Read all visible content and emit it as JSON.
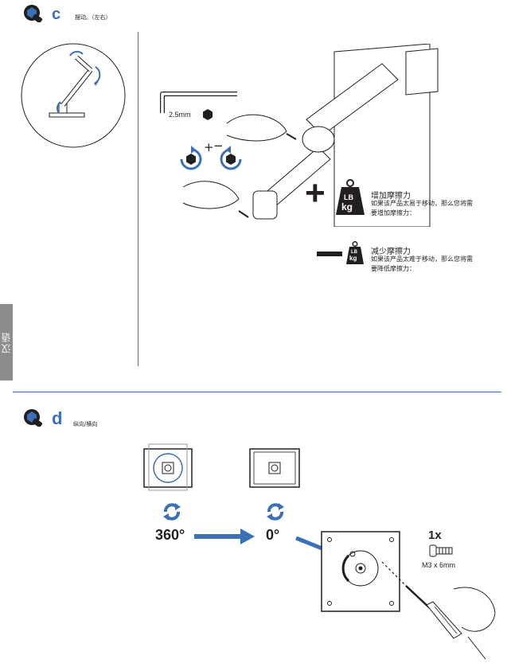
{
  "section_c": {
    "letter": "c",
    "description": "摆动。（左右）",
    "hex_key_size": "2.5mm",
    "increase": {
      "sign": "+",
      "weight_top": "LB",
      "weight_bottom": "kg",
      "title": "增加摩擦力",
      "line1": "如果该产品太易于移动，那么您将需",
      "line2": "要增加摩擦力："
    },
    "decrease": {
      "sign": "−",
      "weight_top": "LB",
      "weight_bottom": "kg",
      "title": "减少摩擦力",
      "line1": "如果该产品太难于移动，那么您将需",
      "line2": "要降低摩擦力："
    },
    "rotate_plus": "+",
    "rotate_minus": "−"
  },
  "side_tab": {
    "label": "汉语"
  },
  "section_d": {
    "letter": "d",
    "description": "纵向/横向",
    "angle_start": "360°",
    "angle_end": "0°",
    "screw_qty": "1x",
    "screw_size": "M3 x 6mm"
  },
  "colors": {
    "accent": "#3b6fb6",
    "ink": "#231f20",
    "tab": "#8c8c8c"
  }
}
